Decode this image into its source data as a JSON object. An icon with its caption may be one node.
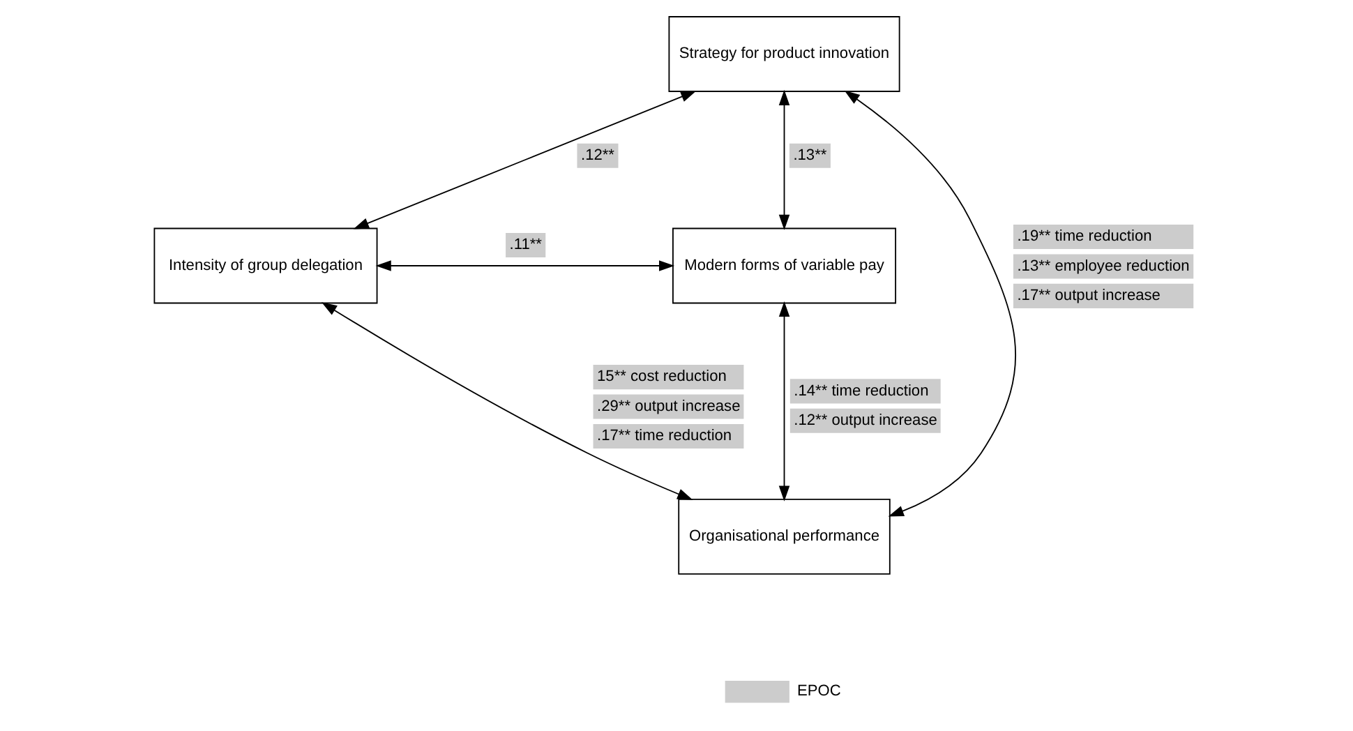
{
  "diagram": {
    "nodes": [
      {
        "text": [
          "Strategy for product innovation"
        ]
      },
      {
        "text": [
          "Intensity of group delegation"
        ]
      },
      {
        "text": [
          "Modern forms of variable pay"
        ]
      },
      {
        "text": [
          "Organisational performance"
        ]
      }
    ],
    "edges": [
      {
        "from": 0,
        "to": 1,
        "arrow": "both",
        "label": [
          ".12**"
        ]
      },
      {
        "from": 0,
        "to": 2,
        "arrow": "both",
        "label": [
          ".13**"
        ]
      },
      {
        "from": 1,
        "to": 2,
        "arrow": "both",
        "label": [
          ".11**"
        ]
      },
      {
        "from": 0,
        "to": 3,
        "arrow": "both",
        "label": [
          ".19** time reduction",
          ".13** employee reduction",
          ".17** output increase"
        ]
      },
      {
        "from": 1,
        "to": 3,
        "arrow": "both",
        "label": [
          "15** cost reduction",
          ".29** output increase",
          ".17** time reduction"
        ]
      },
      {
        "from": 2,
        "to": 3,
        "arrow": "both",
        "label": [
          ".14** time reduction",
          ".12** output increase"
        ]
      }
    ],
    "legend": [
      {
        "text": "EPOC",
        "color": "#cccccc"
      }
    ]
  }
}
